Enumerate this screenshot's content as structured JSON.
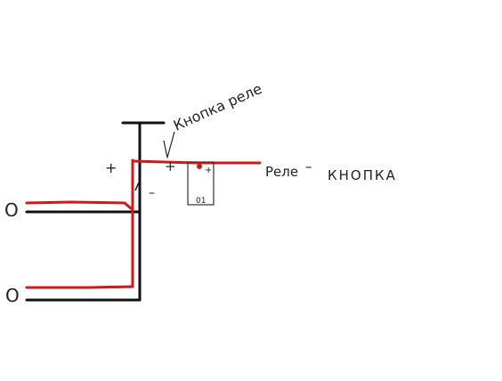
{
  "colors": {
    "background": "#ffffff",
    "wire_red": "#d01818",
    "wire_black": "#111111",
    "ink": "#222222"
  },
  "labels": {
    "top_annotation": "Кнопка реле",
    "right_label_part1": "Реле",
    "right_label_dash": "–",
    "right_label_part2": "КНОПКА",
    "plus_left": "+",
    "plus_right": "+",
    "minus": "–",
    "terminal_top": "O",
    "terminal_bottom": "O",
    "relay_top_mark": "+",
    "relay_bottom_mark": "01"
  }
}
